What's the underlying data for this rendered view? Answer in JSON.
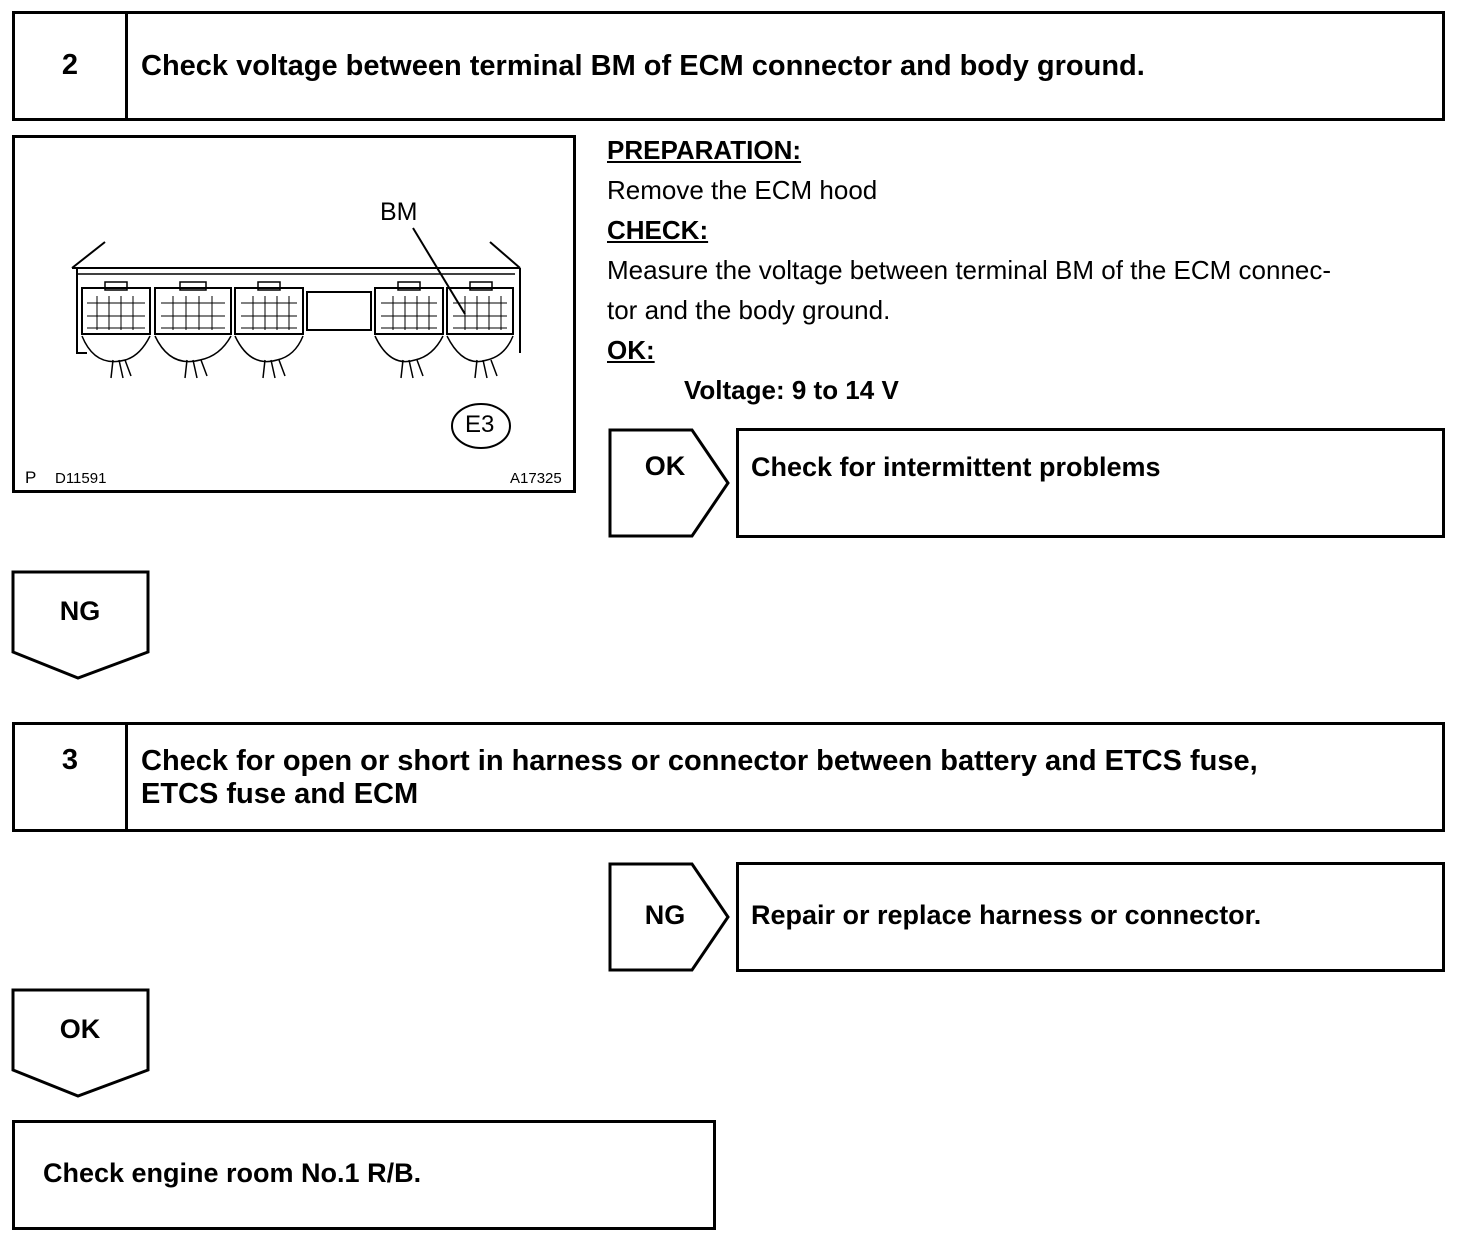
{
  "step2": {
    "number": "2",
    "title": "Check voltage between terminal BM of ECM connector and body ground."
  },
  "figure": {
    "terminal_label": "BM",
    "connector_code": "E3",
    "left_code_p": "P",
    "left_code": "D11591",
    "right_code": "A17325"
  },
  "instructions": {
    "preparation_heading": "PREPARATION:",
    "preparation_text": "Remove the ECM hood",
    "check_heading": "CHECK:",
    "check_text_line1": "Measure the voltage between terminal BM of the ECM connec-",
    "check_text_line2": "tor and the body ground.",
    "ok_heading": "OK:",
    "ok_value": "Voltage: 9 to 14 V"
  },
  "step2_results": {
    "ok_label": "OK",
    "ok_action": "Check for intermittent problems",
    "ng_label": "NG"
  },
  "step3": {
    "number": "3",
    "title_line1": "Check for open or short in harness or connector between battery and ETCS fuse,",
    "title_line2": "ETCS fuse and ECM"
  },
  "step3_results": {
    "ng_label": "NG",
    "ng_action": "Repair or replace harness or connector.",
    "ok_label": "OK"
  },
  "final": {
    "text": "Check engine room No.1 R/B."
  }
}
